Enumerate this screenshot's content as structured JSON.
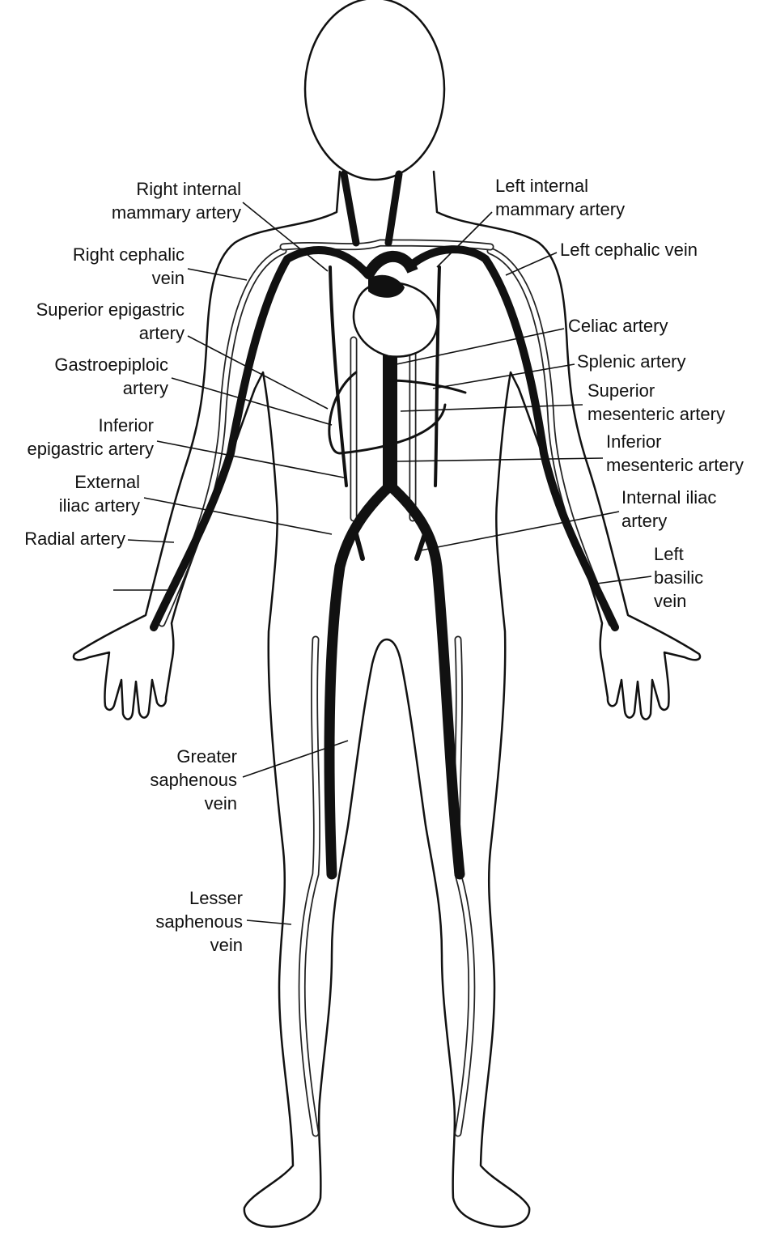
{
  "title": "Major arteries and veins of the body",
  "labels_left": [
    {
      "id": "right-internal-mammary-artery",
      "lines": [
        "Right internal",
        "mammary artery"
      ]
    },
    {
      "id": "right-cephalic-vein",
      "lines": [
        "Right cephalic",
        "vein"
      ]
    },
    {
      "id": "superior-epigastric-artery",
      "lines": [
        "Superior epigastric",
        "artery"
      ]
    },
    {
      "id": "gastroepiploic-artery",
      "lines": [
        "Gastroepiploic",
        "artery"
      ]
    },
    {
      "id": "inferior-epigastric-artery",
      "lines": [
        "Inferior",
        "epigastric artery"
      ]
    },
    {
      "id": "external-iliac-artery",
      "lines": [
        "External",
        "iliac artery"
      ]
    },
    {
      "id": "radial-artery",
      "lines": [
        "Radial artery"
      ]
    },
    {
      "id": "greater-saphenous-vein",
      "lines": [
        "Greater",
        "saphenous",
        "vein"
      ]
    },
    {
      "id": "lesser-saphenous-vein",
      "lines": [
        "Lesser",
        "saphenous",
        "vein"
      ]
    }
  ],
  "labels_right": [
    {
      "id": "left-internal-mammary-artery",
      "lines": [
        "Left internal",
        "mammary artery"
      ]
    },
    {
      "id": "left-cephalic-vein",
      "lines": [
        "Left cephalic vein"
      ]
    },
    {
      "id": "celiac-artery",
      "lines": [
        "Celiac artery"
      ]
    },
    {
      "id": "splenic-artery",
      "lines": [
        "Splenic artery"
      ]
    },
    {
      "id": "superior-mesenteric-artery",
      "lines": [
        "Superior",
        "mesenteric artery"
      ]
    },
    {
      "id": "inferior-mesenteric-artery",
      "lines": [
        "Inferior",
        "mesenteric artery"
      ]
    },
    {
      "id": "internal-iliac-artery",
      "lines": [
        "Internal iliac",
        "artery"
      ]
    },
    {
      "id": "left-basilic-vein",
      "lines": [
        "Left",
        "basilic",
        "vein"
      ]
    }
  ]
}
